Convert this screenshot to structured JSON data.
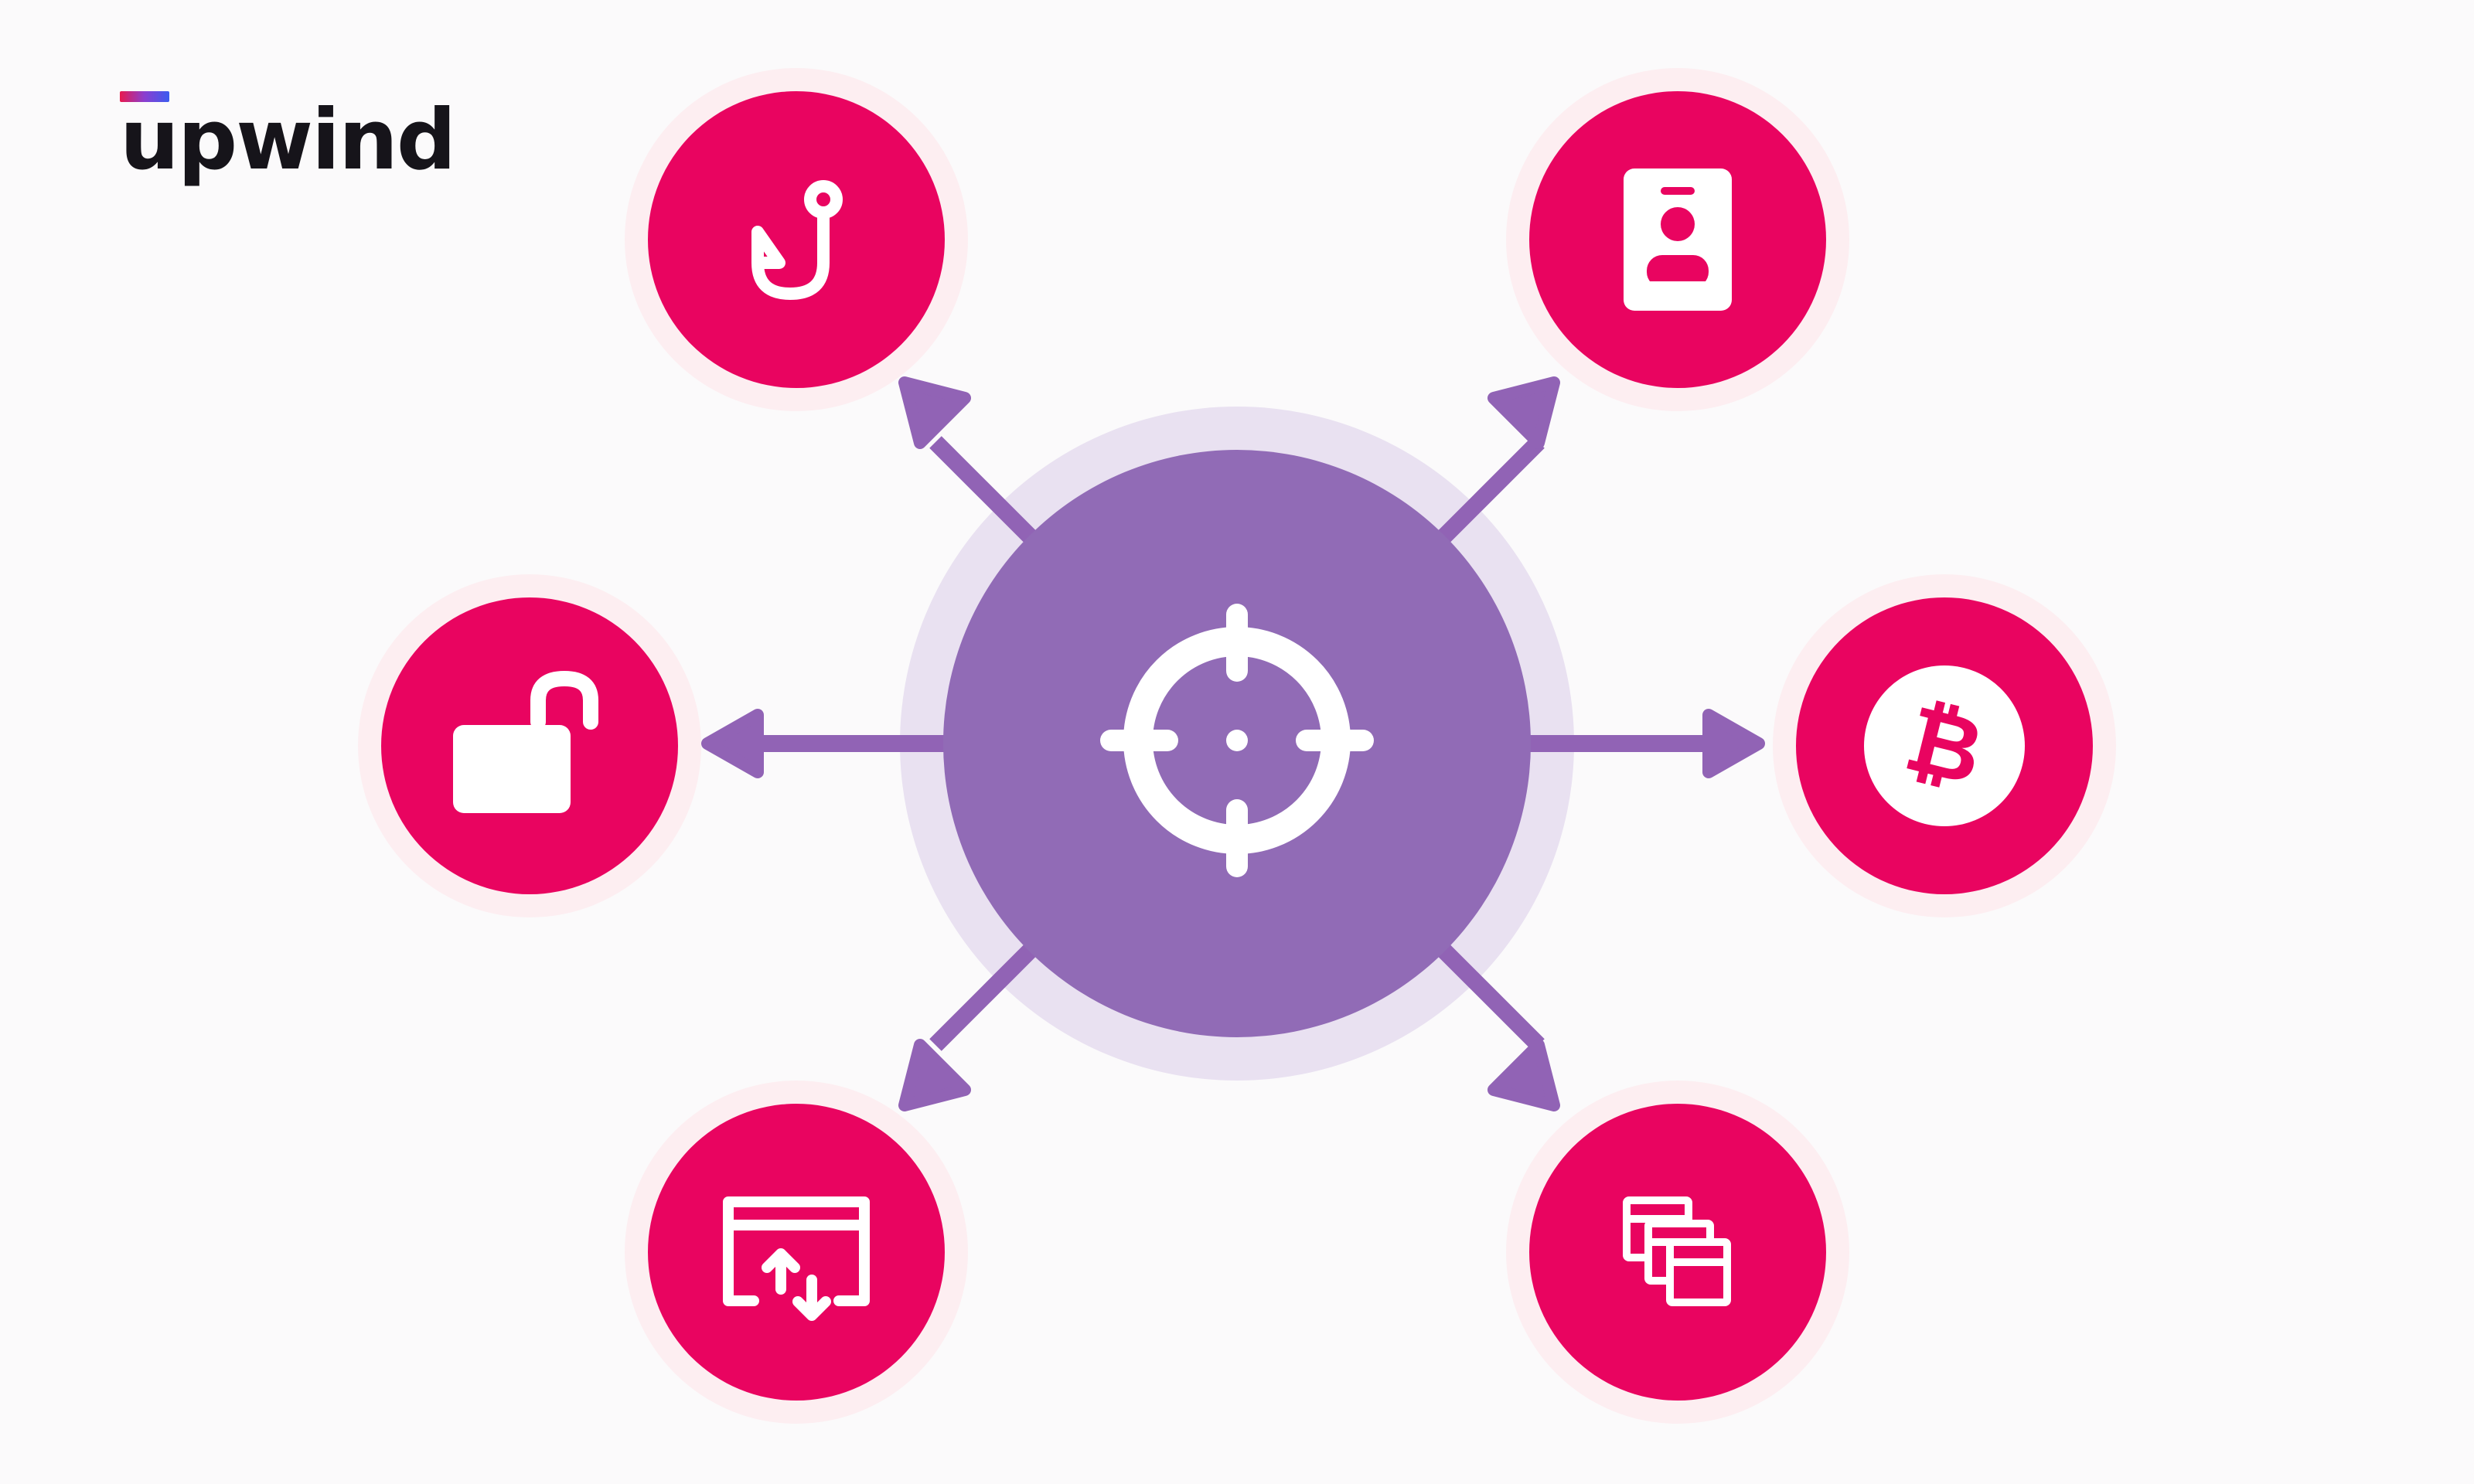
{
  "brand": {
    "name": "upwind",
    "gradient_start": "#e8194e",
    "gradient_end": "#3b5cf0"
  },
  "colors": {
    "background": "#fbfafb",
    "center_fill": "#916bb6",
    "center_halo": "#e9e1f1",
    "node_fill": "#e90460",
    "node_halo": "#fdeef1",
    "arrow": "#9163b5",
    "icon": "#ffffff"
  },
  "center": {
    "icon": "crosshair-target-icon"
  },
  "nodes": [
    {
      "id": "top-left",
      "icon": "fishing-hook-icon"
    },
    {
      "id": "top-right",
      "icon": "id-badge-icon"
    },
    {
      "id": "left",
      "icon": "unlocked-padlock-icon"
    },
    {
      "id": "right",
      "icon": "bitcoin-coin-icon"
    },
    {
      "id": "bottom-left",
      "icon": "browser-transfer-icon"
    },
    {
      "id": "bottom-right",
      "icon": "stacked-windows-icon"
    }
  ]
}
